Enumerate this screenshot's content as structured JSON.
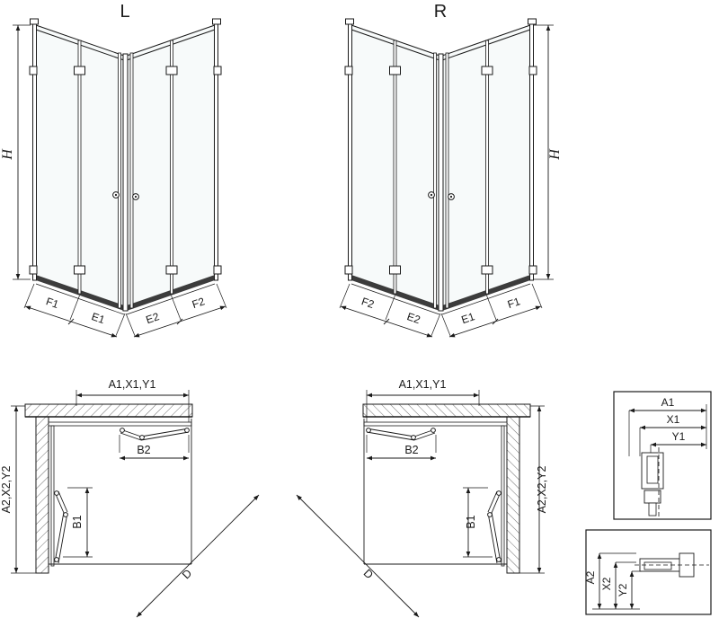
{
  "page": {
    "background": "#ffffff",
    "line_color": "#1a1a1a"
  },
  "iso_views": {
    "left": {
      "title": "L",
      "height_label": "H",
      "bottom_labels": [
        "F1",
        "E1",
        "E2",
        "F2"
      ]
    },
    "right": {
      "title": "R",
      "height_label": "H",
      "bottom_labels": [
        "F2",
        "E2",
        "E1",
        "F1"
      ]
    }
  },
  "plan_views": {
    "left": {
      "width_label": "A1,X1,Y1",
      "depth_label": "A2,X2,Y2",
      "door_width_label": "B2",
      "door_depth_label": "B1",
      "diagonal_label": "D"
    },
    "right": {
      "width_label": "A1,X1,Y1",
      "depth_label": "A2,X2,Y2",
      "door_width_label": "B2",
      "door_depth_label": "B1",
      "diagonal_label": "D"
    }
  },
  "detail_boxes": {
    "horizontal": {
      "labels": [
        "A1",
        "X1",
        "Y1"
      ]
    },
    "vertical": {
      "labels": [
        "A2",
        "X2",
        "Y2"
      ]
    }
  }
}
